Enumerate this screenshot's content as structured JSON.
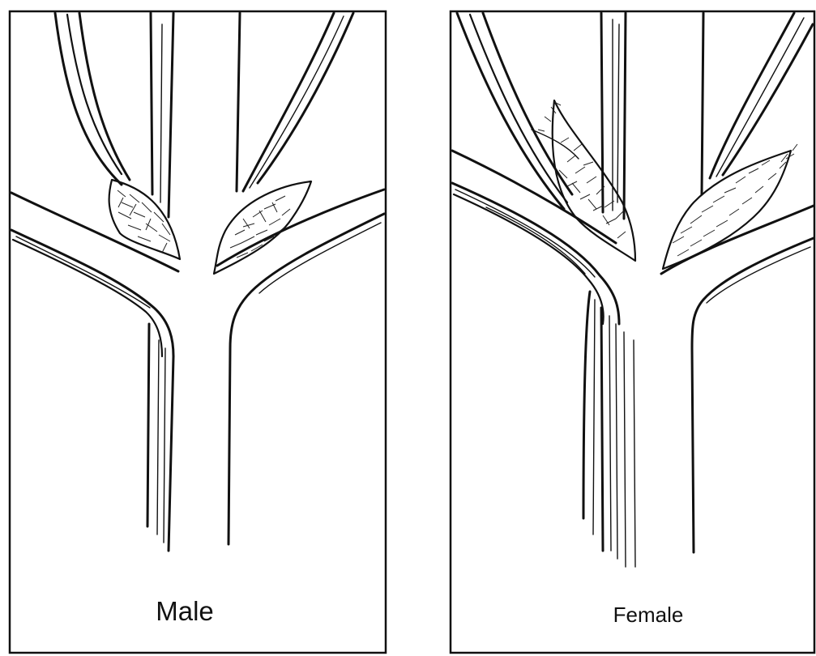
{
  "panels": [
    {
      "id": "male",
      "label": "Male"
    },
    {
      "id": "female",
      "label": "Female"
    }
  ]
}
